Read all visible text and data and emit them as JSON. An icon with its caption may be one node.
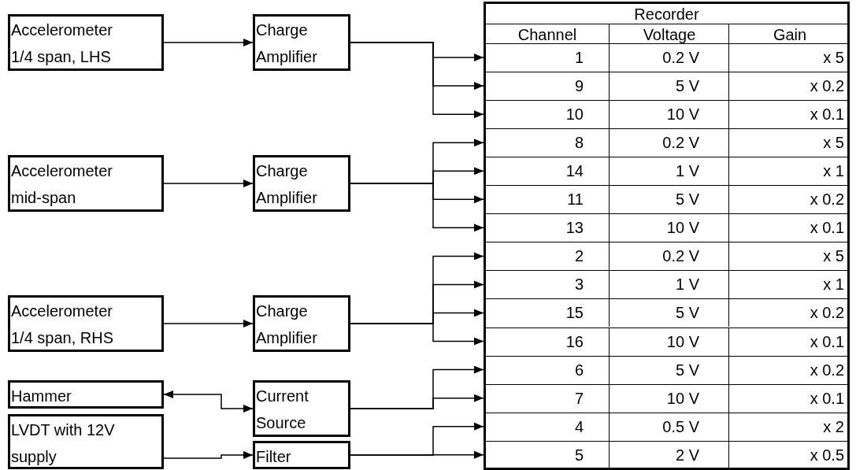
{
  "diagram": {
    "nodes": [
      {
        "text": [
          "Accelerometer 1/4 span, LHS"
        ]
      },
      {
        "text": [
          "Accelerometer mid-span"
        ]
      },
      {
        "text": [
          "Accelerometer 1/4 span, RHS"
        ]
      },
      {
        "text": [
          "Hammer"
        ]
      },
      {
        "text": [
          "LVDT with 12V supply"
        ]
      },
      {
        "text": [
          "Charge Amplifier"
        ]
      },
      {
        "text": [
          "Charge Amplifier"
        ]
      },
      {
        "text": [
          "Charge Amplifier"
        ]
      },
      {
        "text": [
          "Current Source"
        ]
      },
      {
        "text": [
          "Filter"
        ]
      },
      {
        "text": [
          "Recorder"
        ]
      },
      {
        "text": [
          "1",
          "0.2 V",
          "x 5"
        ],
        "in": 10
      },
      {
        "text": [
          "9",
          "5 V",
          "x 0.2"
        ],
        "in": 10
      },
      {
        "text": [
          "10",
          "10 V",
          "x 0.1"
        ],
        "in": 10
      },
      {
        "text": [
          "8",
          "0.2 V",
          "x 5"
        ],
        "in": 10
      },
      {
        "text": [
          "14",
          "1 V",
          "x 1"
        ],
        "in": 10
      },
      {
        "text": [
          "11",
          "5 V",
          "x 0.2"
        ],
        "in": 10
      },
      {
        "text": [
          "13",
          "10 V",
          "x 0.1"
        ],
        "in": 10
      },
      {
        "text": [
          "2",
          "0.2 V",
          "x 5"
        ],
        "in": 10
      },
      {
        "text": [
          "3",
          "1 V",
          "x 1"
        ],
        "in": 10
      },
      {
        "text": [
          "15",
          "5 V",
          "x 0.2"
        ],
        "in": 10
      },
      {
        "text": [
          "16",
          "10 V",
          "x 0.1"
        ],
        "in": 10
      },
      {
        "text": [
          "6",
          "5 V",
          "x 0.2"
        ],
        "in": 10
      },
      {
        "text": [
          "7",
          "10 V",
          "x 0.1"
        ],
        "in": 10
      },
      {
        "text": [
          "4",
          "0.5 V",
          "x 2"
        ],
        "in": 10
      },
      {
        "text": [
          "5",
          "2 V",
          "x 0.5"
        ],
        "in": 10
      }
    ],
    "edges": [
      {
        "from": 0,
        "to": 5,
        "arrow": "to"
      },
      {
        "from": 1,
        "to": 6,
        "arrow": "to"
      },
      {
        "from": 2,
        "to": 7,
        "arrow": "to"
      },
      {
        "from": 3,
        "to": 8,
        "arrow": "both"
      },
      {
        "from": 4,
        "to": 9,
        "arrow": "to"
      },
      {
        "from": 5,
        "to": 11,
        "arrow": "to"
      },
      {
        "from": 5,
        "to": 12,
        "arrow": "to"
      },
      {
        "from": 5,
        "to": 13,
        "arrow": "to"
      },
      {
        "from": 6,
        "to": 14,
        "arrow": "to"
      },
      {
        "from": 6,
        "to": 15,
        "arrow": "to"
      },
      {
        "from": 6,
        "to": 16,
        "arrow": "to"
      },
      {
        "from": 6,
        "to": 17,
        "arrow": "to"
      },
      {
        "from": 7,
        "to": 18,
        "arrow": "to"
      },
      {
        "from": 7,
        "to": 19,
        "arrow": "to"
      },
      {
        "from": 7,
        "to": 20,
        "arrow": "to"
      },
      {
        "from": 7,
        "to": 21,
        "arrow": "to"
      },
      {
        "from": 8,
        "to": 22,
        "arrow": "to"
      },
      {
        "from": 8,
        "to": 23,
        "arrow": "to"
      },
      {
        "from": 9,
        "to": 24,
        "arrow": "to"
      },
      {
        "from": 9,
        "to": 25,
        "arrow": "to"
      }
    ],
    "labels": [
      "Channel",
      "Voltage",
      "Gain"
    ]
  }
}
